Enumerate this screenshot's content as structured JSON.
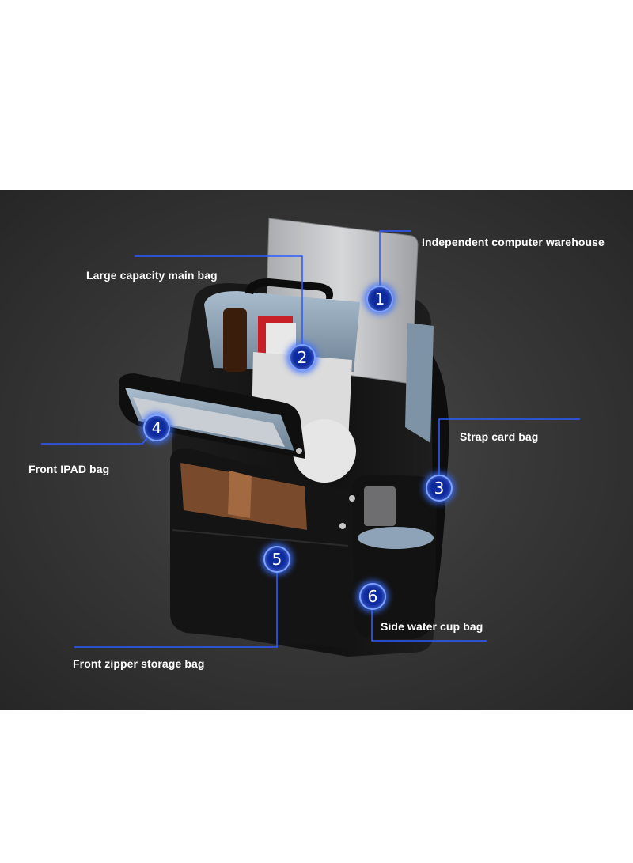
{
  "callouts": [
    {
      "number": "1",
      "label": "Independent computer warehouse"
    },
    {
      "number": "2",
      "label": "Large capacity main bag"
    },
    {
      "number": "3",
      "label": "Strap card bag"
    },
    {
      "number": "4",
      "label": "Front IPAD bag"
    },
    {
      "number": "5",
      "label": "Front zipper storage bag"
    },
    {
      "number": "6",
      "label": "Side water cup bag"
    }
  ],
  "colors": {
    "background": "#333333",
    "leader_line": "#2f5bff",
    "badge_fill": "#0d2a9e",
    "label_text": "#ffffff",
    "bag_body": "#141414",
    "bag_lining": "#8fa3b8"
  }
}
